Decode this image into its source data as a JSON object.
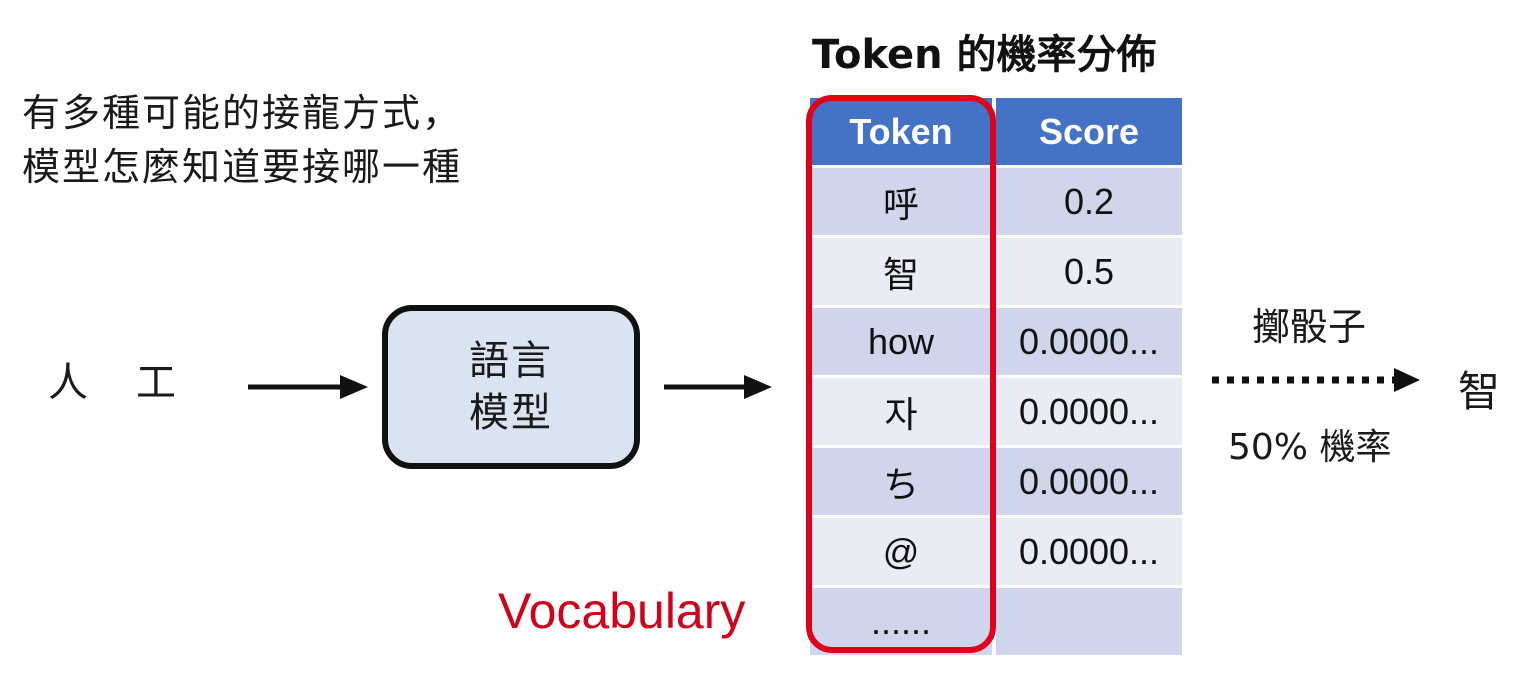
{
  "question": {
    "line1": "有多種可能的接龍方式，",
    "line2": "模型怎麼知道要接哪一種"
  },
  "input": {
    "token1": "人",
    "token2": "工"
  },
  "model": {
    "line1": "語言",
    "line2": "模型"
  },
  "table": {
    "title": "Token 的機率分佈",
    "header_token": "Token",
    "header_score": "Score",
    "rows": [
      {
        "token": "呼",
        "score": "0.2"
      },
      {
        "token": "智",
        "score": "0.5"
      },
      {
        "token": "how",
        "score": "0.0000..."
      },
      {
        "token": "자",
        "score": "0.0000..."
      },
      {
        "token": "ち",
        "score": "0.0000..."
      },
      {
        "token": "@",
        "score": "0.0000..."
      },
      {
        "token": "......",
        "score": ""
      }
    ]
  },
  "vocabulary_label": "Vocabulary",
  "sampling": {
    "action": "擲骰子",
    "probability": "50% 機率",
    "output": "智"
  },
  "colors": {
    "header_blue": "#4472c4",
    "row_dark": "#cfd5ea",
    "row_light": "#e9ebf5",
    "highlight_red": "#e0001b",
    "model_fill": "#d9e3f2"
  }
}
